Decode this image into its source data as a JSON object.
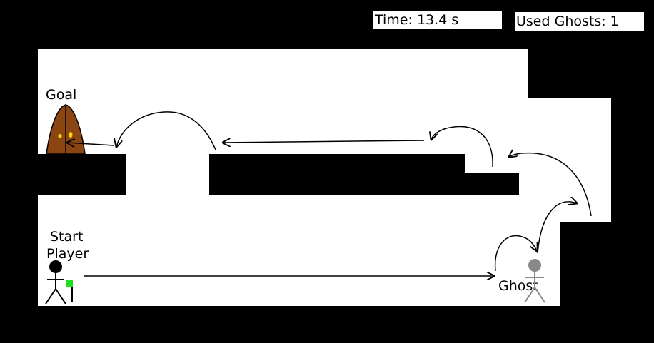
{
  "hud": {
    "time_text": "Time: 13.4 s",
    "ghosts_text": "Used Ghosts: 1"
  },
  "labels": {
    "goal": "Goal",
    "start": "Start",
    "player": "Player",
    "ghost": "Ghost"
  },
  "colors": {
    "background": "#000000",
    "floor": "#ffffff",
    "door": "#8b4513",
    "door_knob": "#ffd700",
    "player": "#000000",
    "player_marker": "#22dd22",
    "ghost": "#888888"
  },
  "icons": {
    "goal": "goal-door-icon",
    "player": "player-stickfigure-icon",
    "ghost": "ghost-stickfigure-icon"
  }
}
